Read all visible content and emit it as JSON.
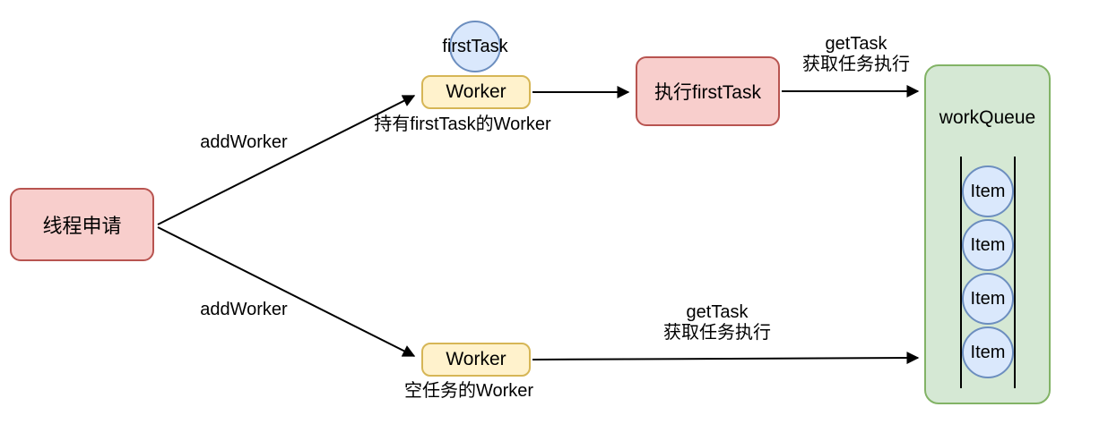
{
  "diagram": {
    "title_context": "thread-pool worker flow",
    "colors": {
      "pink_fill": "#f8cecc",
      "pink_stroke": "#b85450",
      "yellow_fill": "#fff2cc",
      "yellow_stroke": "#d6b656",
      "blue_fill": "#dae8fc",
      "blue_stroke": "#6c8ebf",
      "green_fill": "#d5e8d4",
      "green_stroke": "#82b366",
      "arrow": "#000000"
    },
    "nodes": {
      "thread_request": {
        "label": "线程申请"
      },
      "first_task": {
        "label": "firstTask"
      },
      "worker_top": {
        "label": "Worker",
        "caption": "持有firstTask的Worker"
      },
      "exec_first_task": {
        "label": "执行firstTask"
      },
      "worker_bottom": {
        "label": "Worker",
        "caption": "空任务的Worker"
      },
      "work_queue": {
        "label": "workQueue",
        "items": [
          "Item",
          "Item",
          "Item",
          "Item"
        ]
      }
    },
    "edges": {
      "add_worker_top": {
        "label": "addWorker"
      },
      "add_worker_bottom": {
        "label": "addWorker"
      },
      "get_task_top": {
        "line1": "getTask",
        "line2": "获取任务执行"
      },
      "get_task_bottom": {
        "line1": "getTask",
        "line2": "获取任务执行"
      }
    }
  }
}
